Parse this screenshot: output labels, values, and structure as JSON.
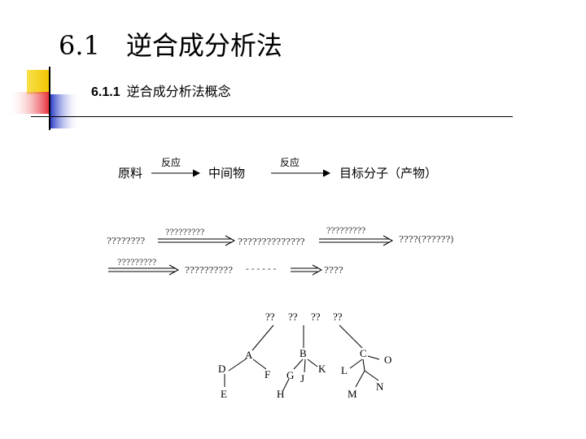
{
  "slide": {
    "title": "6.1　逆合成分析法",
    "subtitle_num": "6.1.1",
    "subtitle_text": "逆合成分析法概念"
  },
  "scheme": {
    "start": "原料",
    "arrow1_label": "反应",
    "middle": "中间物",
    "arrow2_label": "反应",
    "end": "目标分子（产物）"
  },
  "retro_line1": {
    "a": "????????",
    "label1": "?????????",
    "b": "??????????????",
    "label2": "?????????",
    "c": "????(??????)"
  },
  "retro_line2": {
    "label": "?????????",
    "a": "??????????",
    "dashes": "------",
    "b": "????"
  },
  "tree": {
    "top_labels": [
      "??",
      "??",
      "??",
      "??"
    ],
    "nodes": [
      "A",
      "B",
      "C",
      "D",
      "E",
      "F",
      "G",
      "H",
      "J",
      "K",
      "L",
      "M",
      "N",
      "O"
    ]
  },
  "colors": {
    "accent_yellow": "#f5d623",
    "accent_red": "#e8323c",
    "accent_blue": "#2d3fc8"
  }
}
